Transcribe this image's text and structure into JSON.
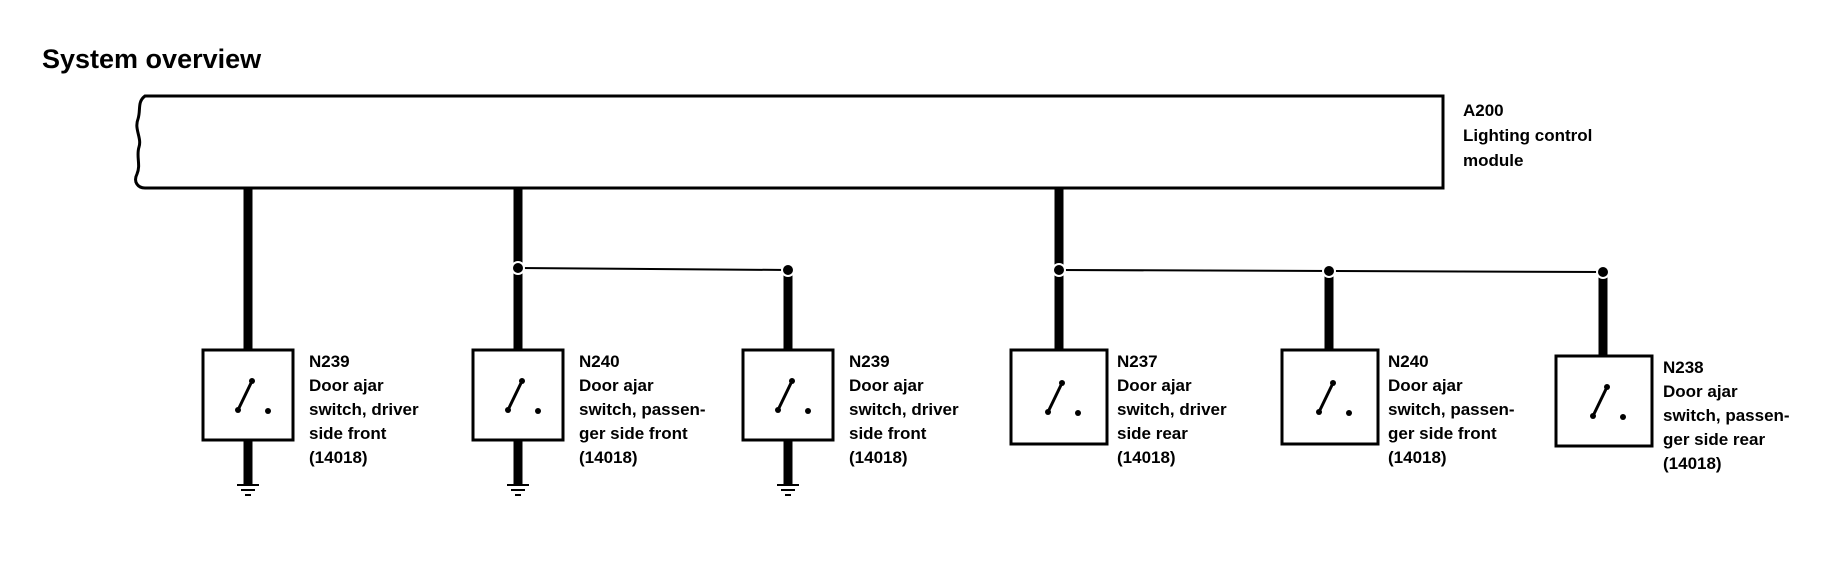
{
  "title": "System overview",
  "module": {
    "code": "A200",
    "name_lines": [
      "Lighting control",
      "module"
    ]
  },
  "switches": [
    {
      "code": "N239",
      "lines": [
        "Door ajar",
        "switch, driver",
        "side front",
        "(14018)"
      ],
      "grounded": true
    },
    {
      "code": "N240",
      "lines": [
        "Door ajar",
        "switch, passen-",
        "ger side front",
        "(14018)"
      ],
      "grounded": true
    },
    {
      "code": "N239",
      "lines": [
        "Door ajar",
        "switch, driver",
        "side front",
        "(14018)"
      ],
      "grounded": true
    },
    {
      "code": "N237",
      "lines": [
        "Door ajar",
        "switch, driver",
        "side rear",
        "(14018)"
      ],
      "grounded": false
    },
    {
      "code": "N240",
      "lines": [
        "Door ajar",
        "switch, passen-",
        "ger side front",
        "(14018)"
      ],
      "grounded": false
    },
    {
      "code": "N238",
      "lines": [
        "Door ajar",
        "switch, passen-",
        "ger side rear",
        "(14018)"
      ],
      "grounded": false
    }
  ],
  "colors": {
    "line": "#000000",
    "background": "#ffffff"
  }
}
